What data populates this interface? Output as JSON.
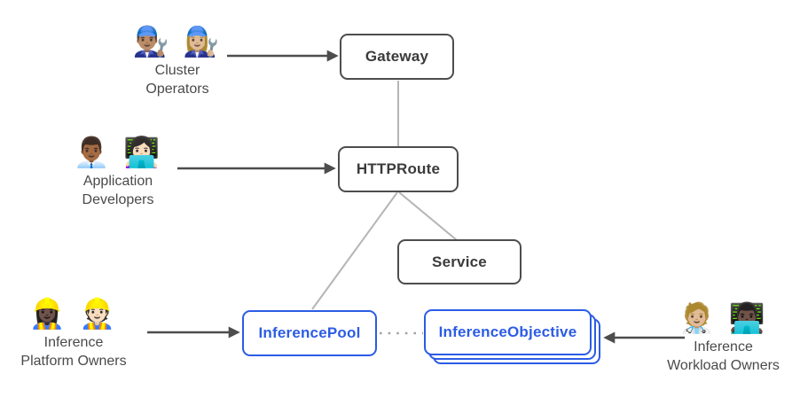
{
  "diagram": {
    "colors": {
      "box_border": "#4d4d4d",
      "box_text": "#3b3b3b",
      "accent_blue": "#2c5ce5",
      "connector": "#b5b5b5",
      "dotted": "#a3a3a3",
      "arrow": "#4d4d4d",
      "label_text": "#4a4a4a"
    },
    "nodes": {
      "gateway": {
        "label": "Gateway"
      },
      "httproute": {
        "label": "HTTPRoute"
      },
      "service": {
        "label": "Service"
      },
      "inference_pool": {
        "label": "InferencePool"
      },
      "inference_objective": {
        "label": "InferenceObjective"
      }
    },
    "personas": {
      "cluster_operators": {
        "emojis": "👨🏽‍🔧 👩🏼‍🔧",
        "icon_name": "mechanic-people-emoji-icon",
        "line1": "Cluster",
        "line2": "Operators"
      },
      "application_developers": {
        "emojis": "👨🏾‍💼 👩🏻‍💻",
        "icon_name": "developer-people-emoji-icon",
        "line1": "Application",
        "line2": "Developers"
      },
      "inference_platform_owners": {
        "emojis": "👷🏿‍♀️ 👷🏻",
        "icon_name": "construction-people-emoji-icon",
        "line1": "Inference",
        "line2": "Platform Owners"
      },
      "inference_workload_owners": {
        "emojis": "🧑🏼‍⚕️ 👨🏿‍💻",
        "icon_name": "worker-people-emoji-icon",
        "line1": "Inference",
        "line2": "Workload Owners"
      }
    }
  }
}
